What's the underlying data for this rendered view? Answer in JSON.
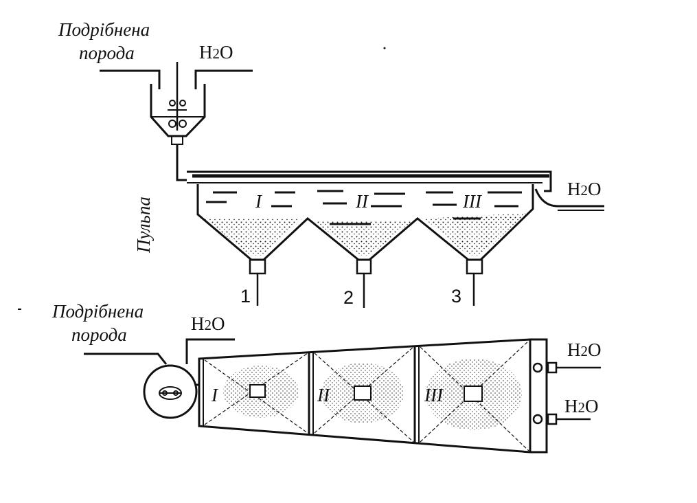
{
  "top": {
    "feed_label_line1": "Подрібнена",
    "feed_label_line2": "порода",
    "water_in": {
      "h": "H",
      "n": "2",
      "o": "O"
    },
    "pulp_label": "Пульпа",
    "water_out": {
      "h": "H",
      "n": "2",
      "o": "O"
    },
    "chambers": [
      "I",
      "II",
      "III"
    ],
    "outlets": [
      "1",
      "2",
      "3"
    ]
  },
  "bottom": {
    "feed_label_line1": "Подрібнена",
    "feed_label_line2": "порода",
    "water_in": {
      "h": "H",
      "n": "2",
      "o": "O"
    },
    "chambers": [
      "I",
      "II",
      "III"
    ],
    "water_out_top": {
      "h": "H",
      "n": "2",
      "o": "O"
    },
    "water_out_bottom": {
      "h": "H",
      "n": "2",
      "o": "O"
    }
  },
  "colors": {
    "ink": "#111111",
    "paper": "#ffffff"
  }
}
